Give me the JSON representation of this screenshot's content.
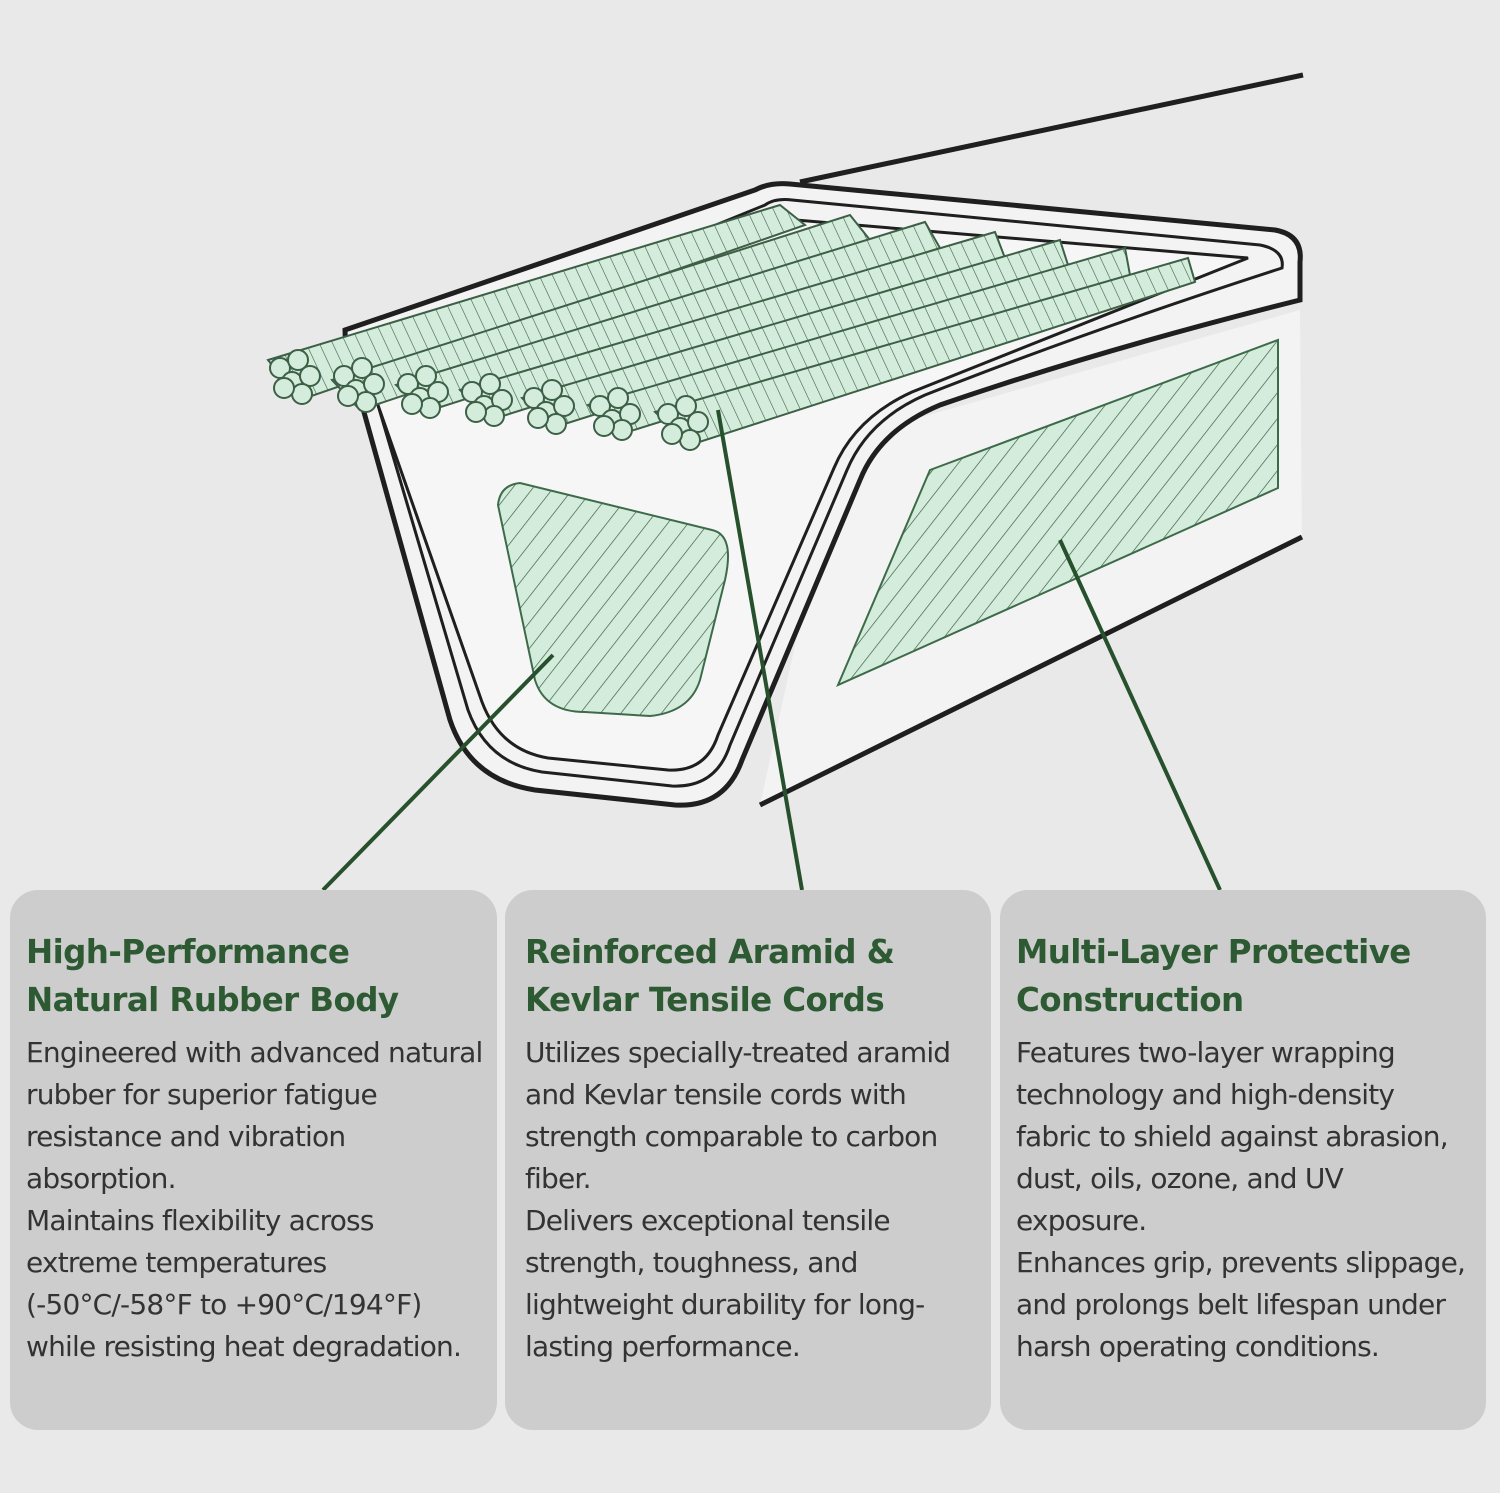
{
  "colors": {
    "background": "#e9e9e9",
    "card_fill": "#cdcdcd",
    "title_green": "#2d5a33",
    "body_text": "#333333",
    "leader_line": "#27502c",
    "mint_fill": "#d4ecdc",
    "outline": "#1f1f1f"
  },
  "callouts": [
    {
      "title": "High-Performance Natural Rubber Body",
      "body": "Engineered with advanced natural rubber for superior fatigue resistance and vibration absorption.\nMaintains flexibility across extreme temperatures (-50°C/-58°F to +90°C/194°F) while resisting heat degradation."
    },
    {
      "title": "Reinforced Aramid & Kevlar Tensile Cords",
      "body": "Utilizes specially-treated aramid and Kevlar tensile cords with strength comparable to carbon fiber.\nDelivers exceptional tensile strength, toughness, and lightweight durability for long-lasting performance."
    },
    {
      "title": "Multi-Layer Protective Construction",
      "body": "Features two-layer wrapping technology and high-density fabric to shield against abrasion, dust, oils, ozone, and UV exposure.\nEnhances grip, prevents slippage, and prolongs belt lifespan under harsh operating conditions."
    }
  ]
}
